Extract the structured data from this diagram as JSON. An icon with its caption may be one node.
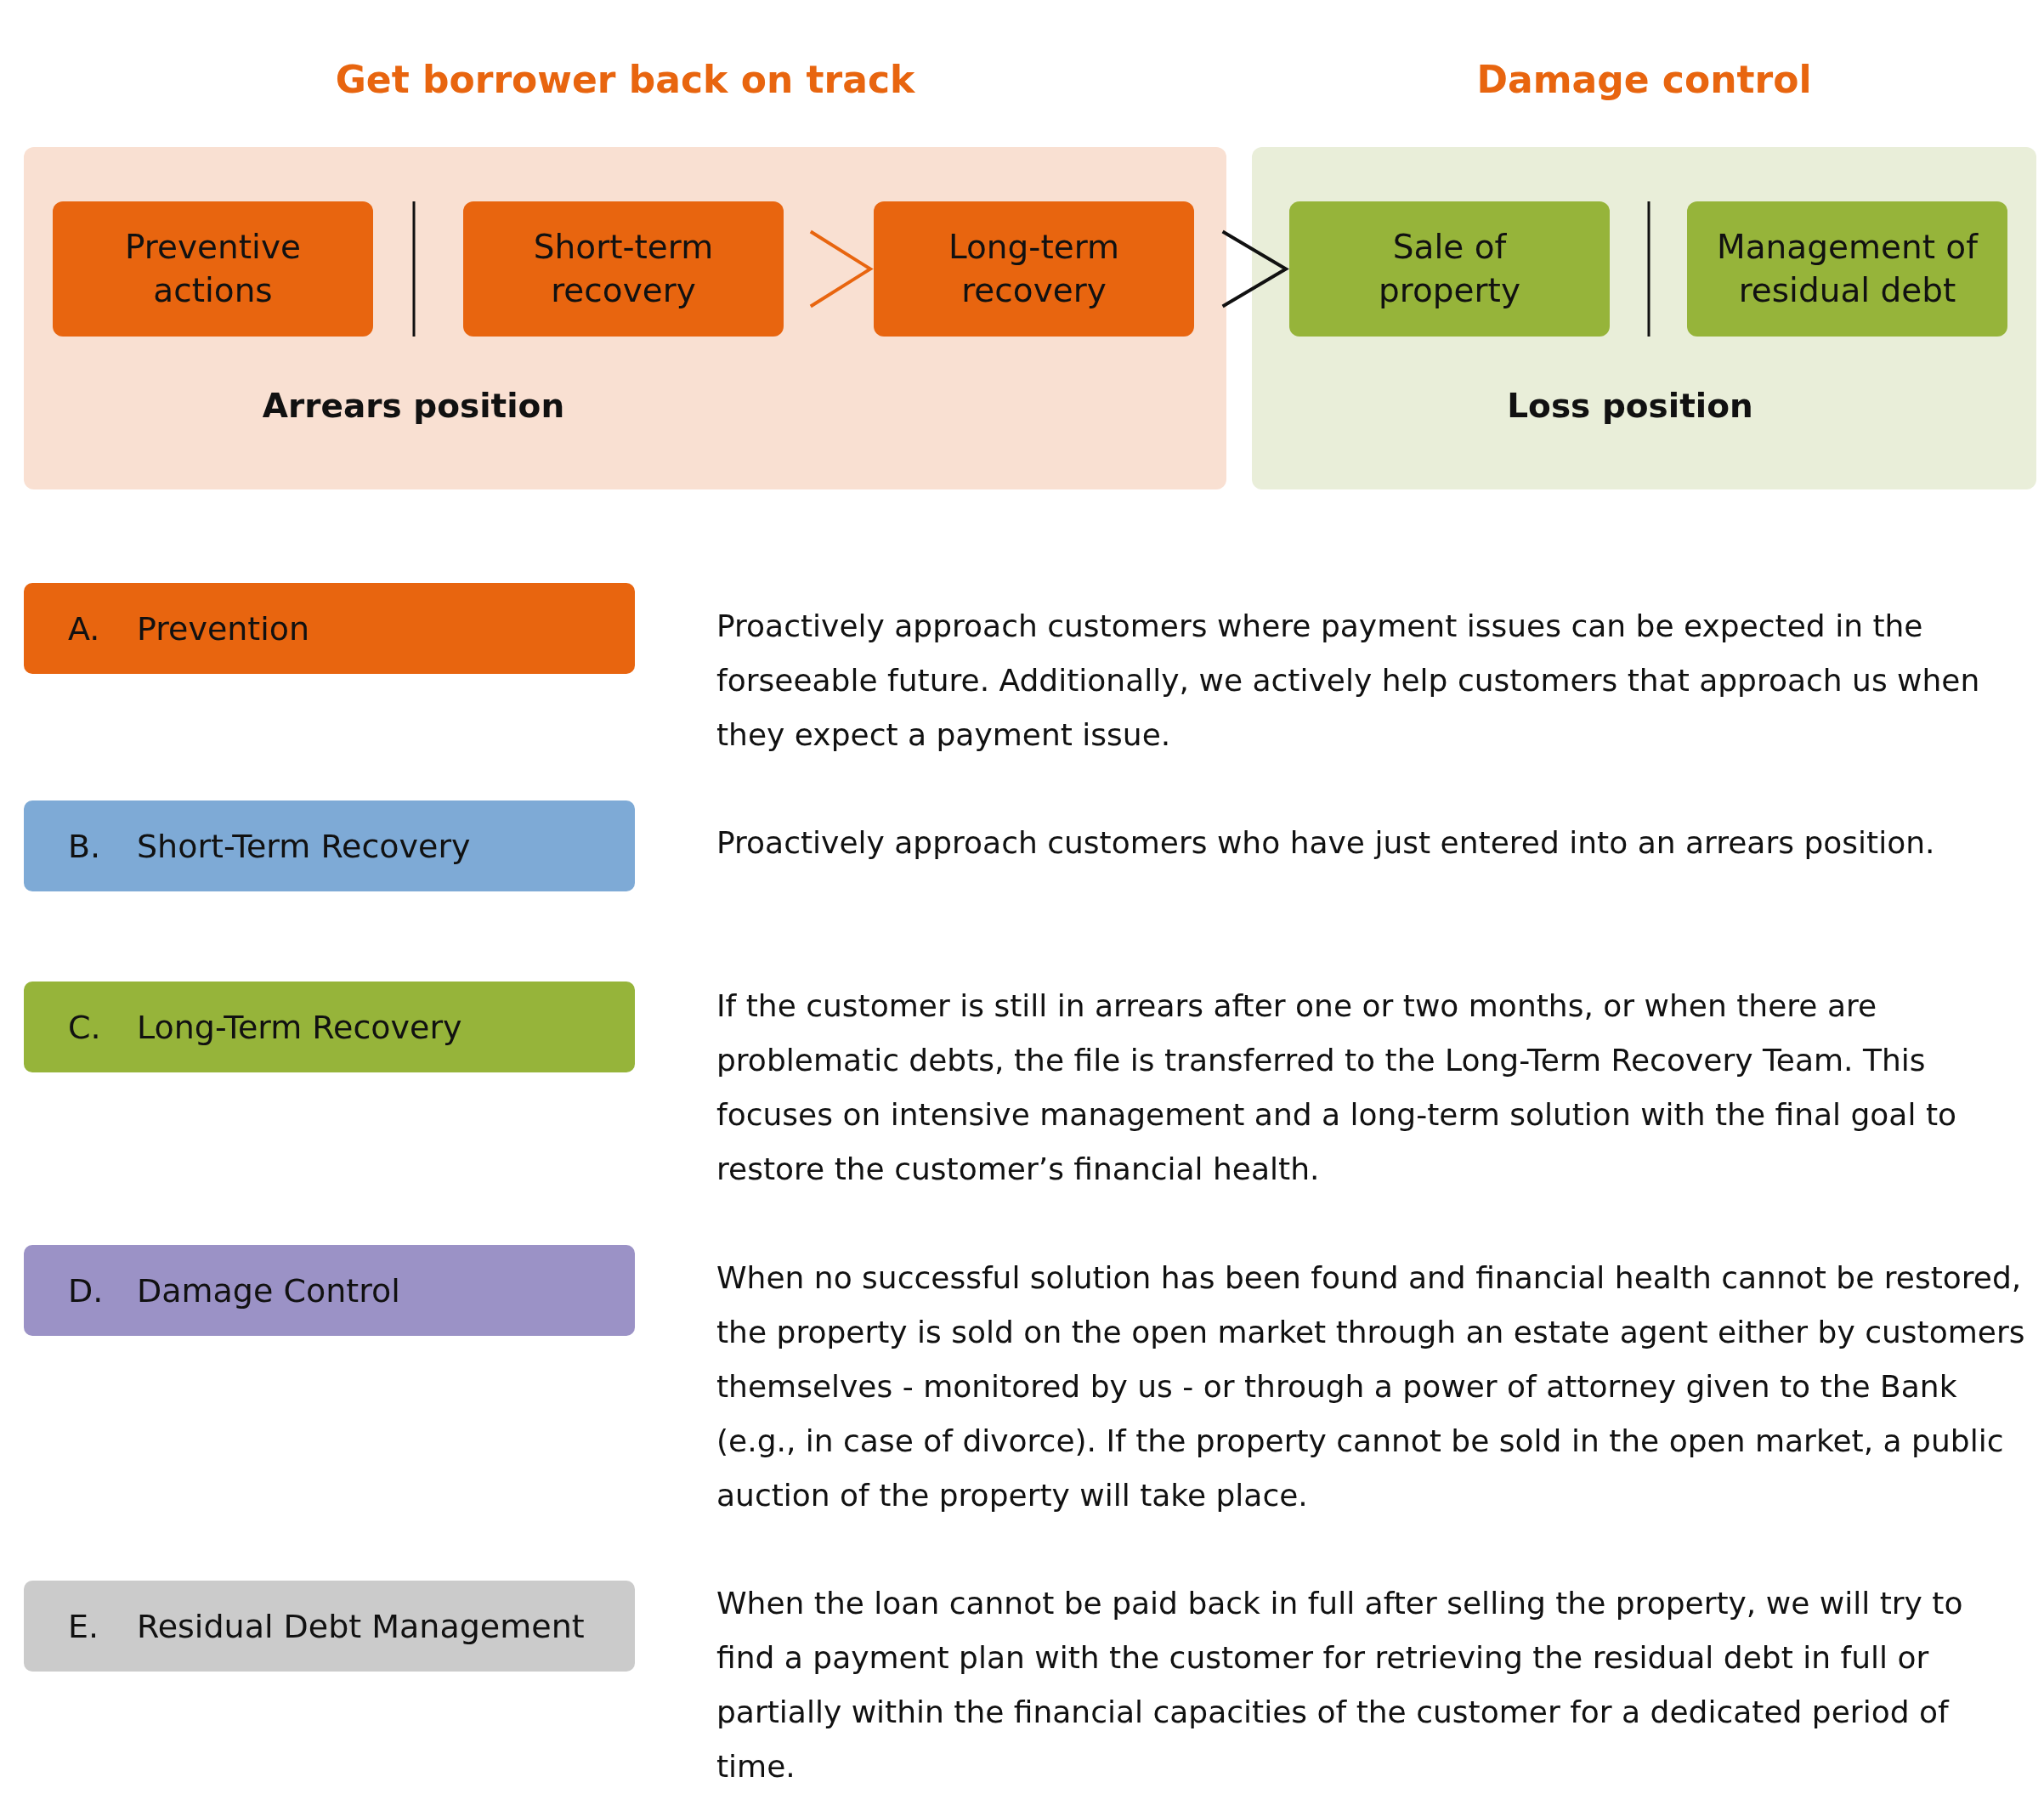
{
  "diagram": {
    "nodes": [
      {
        "text": [
          "Get borrower back on track",
          "Arrears position"
        ]
      },
      {
        "text": [
          "Preventive actions"
        ],
        "in": 0
      },
      {
        "text": [
          "Short-term recovery"
        ],
        "in": 0
      },
      {
        "text": [
          "Long-term recovery"
        ],
        "in": 0
      },
      {
        "text": [
          "Damage control",
          "Loss position"
        ]
      },
      {
        "text": [
          "Sale of property"
        ],
        "in": 4
      },
      {
        "text": [
          "Management of residual debt"
        ],
        "in": 4
      },
      {
        "text": [
          "A.",
          "Prevention"
        ],
        "beside": [
          "Proactively approach customers where payment issues can be expected in the forseeable future. Additionally, we actively help customers that approach us when they expect a payment issue."
        ]
      },
      {
        "text": [
          "B.",
          "Short-Term Recovery"
        ],
        "beside": [
          "Proactively approach customers who have just entered into an arrears position."
        ]
      },
      {
        "text": [
          "C.",
          "Long-Term Recovery"
        ],
        "beside": [
          "If the customer is still in arrears after one or two months, or when there are problematic debts, the file is transferred to the Long-Term Recovery Team. This focuses on intensive management and a long-term solution with the final goal to restore the customer’s financial health."
        ]
      },
      {
        "text": [
          "D.",
          "Damage Control"
        ],
        "beside": [
          "When no successful solution has been found and financial health cannot be restored, the property is sold on the open market through an estate agent either by customers themselves - monitored by us - or through a power of attorney given to the Bank (e.g., in case of divorce). If the property cannot be sold in the open market, a public auction of the property will take place."
        ]
      },
      {
        "text": [
          "E.",
          "Residual Debt Management"
        ],
        "beside": [
          "When the loan cannot be paid back in full after selling the property, we will try to find a payment plan with the customer for retrieving the residual debt in full or partially within the financial capacities of the customer for a dedicated period of time."
        ]
      }
    ],
    "edges": [
      {
        "from": 2,
        "to": 3,
        "arrow": "to",
        "color": "#e8650f"
      },
      {
        "from": 3,
        "to": 5,
        "arrow": "to",
        "color": "#111111"
      }
    ]
  }
}
